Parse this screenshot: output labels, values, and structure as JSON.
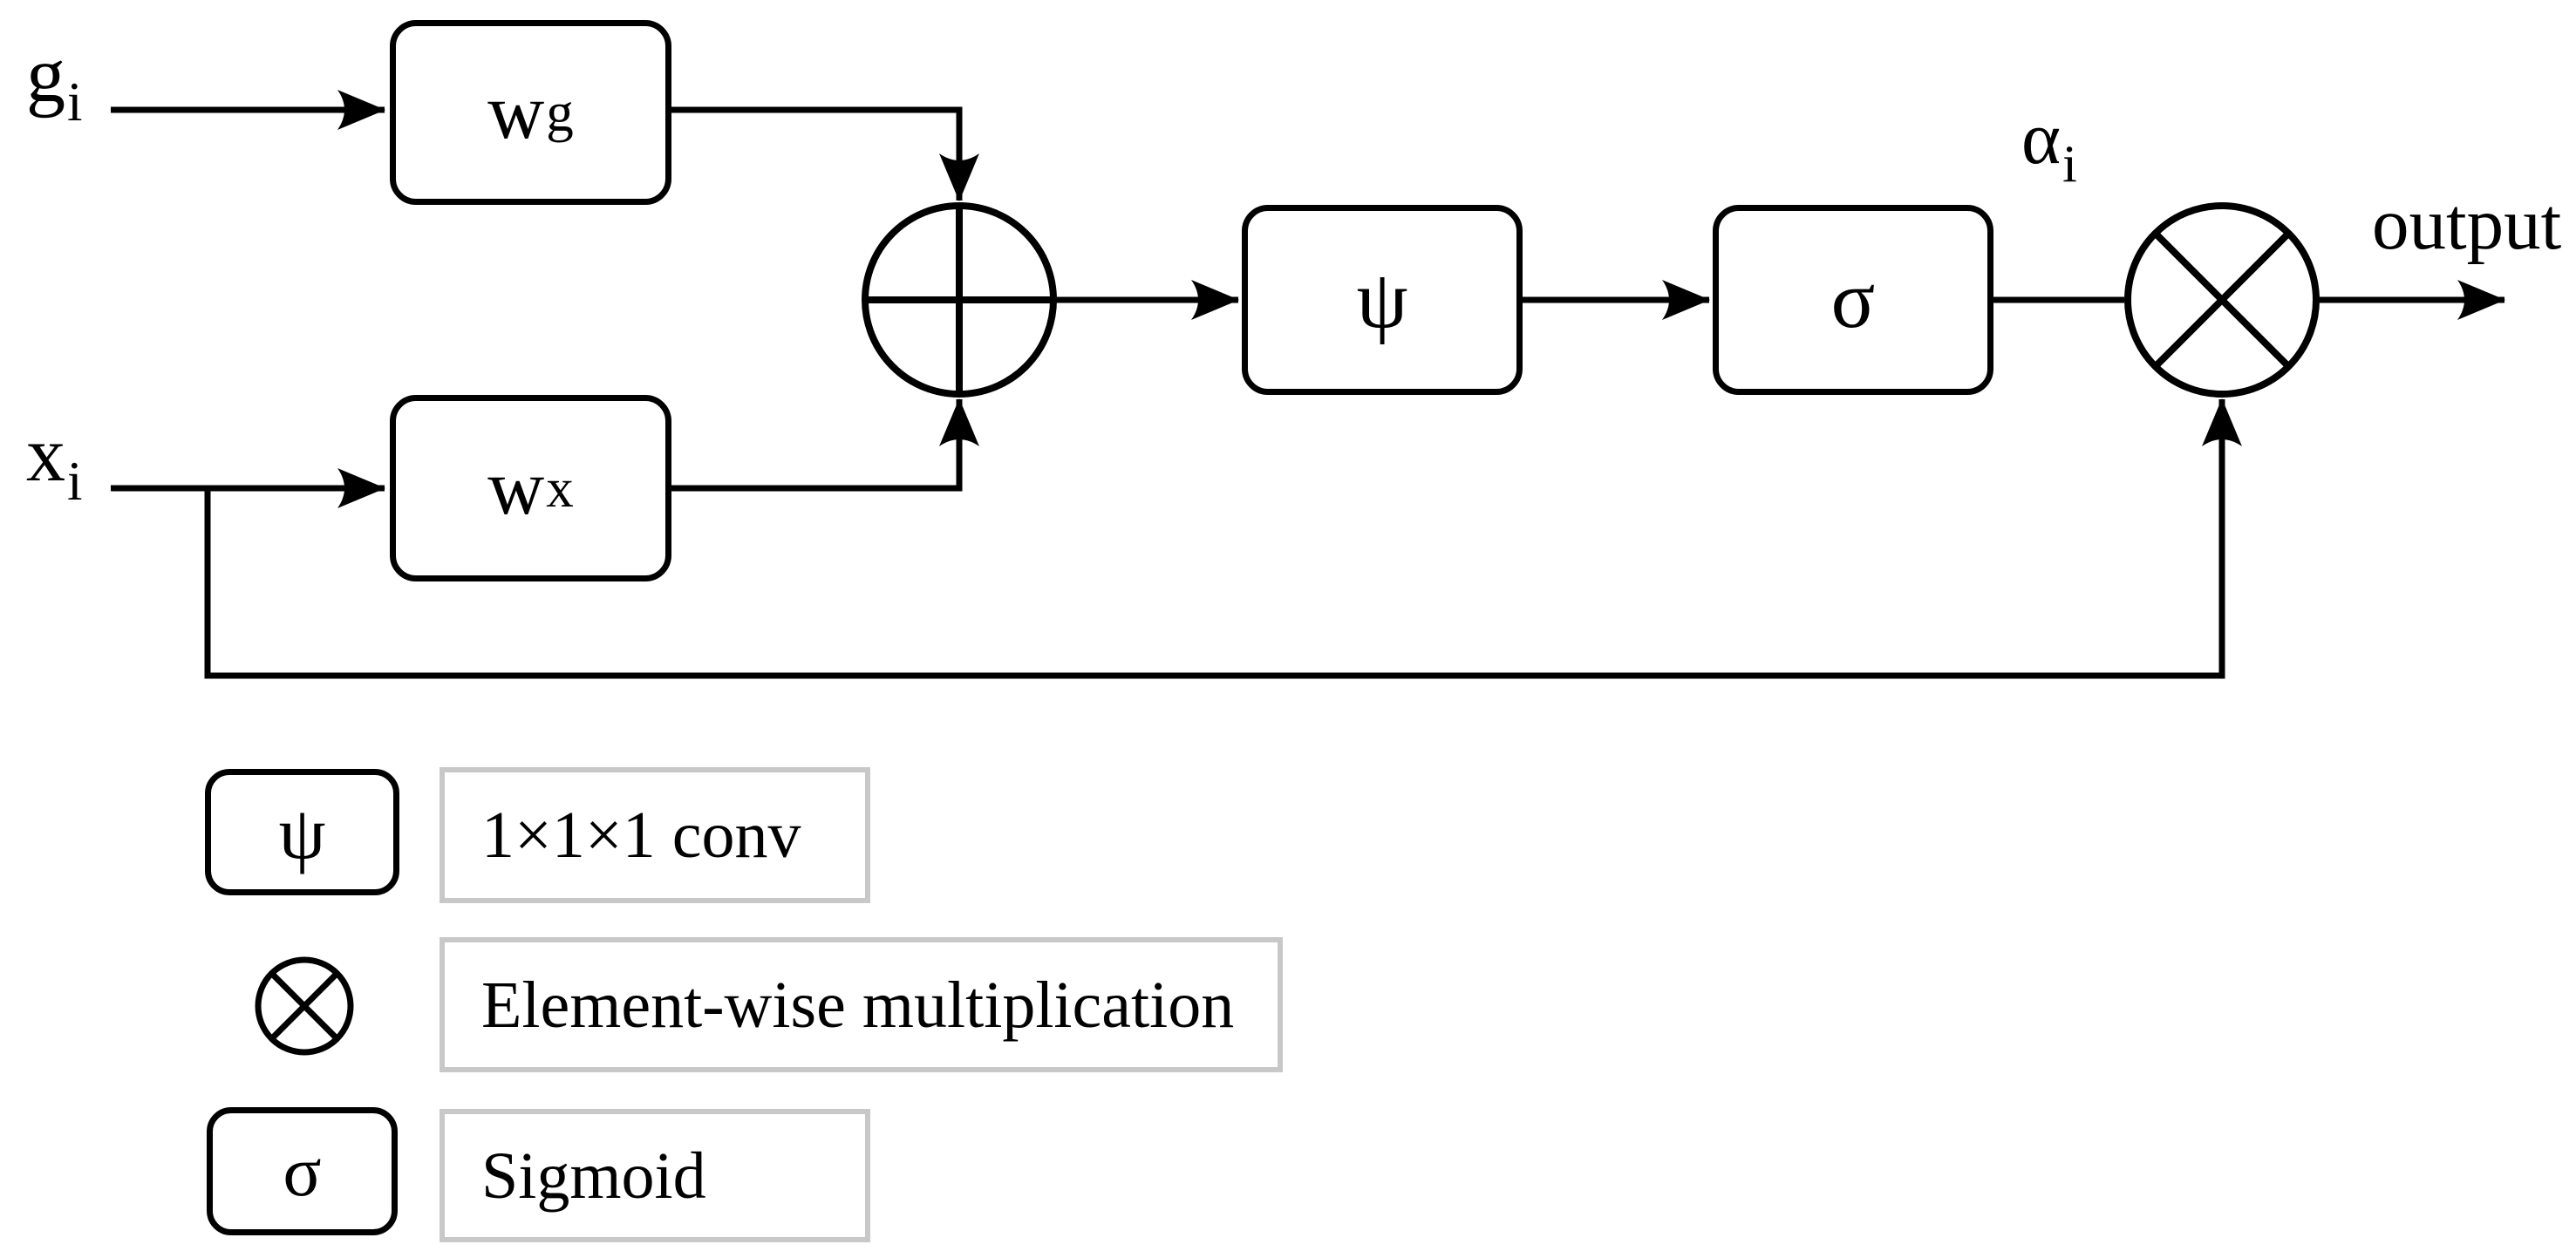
{
  "diagram": {
    "input_g": {
      "base": "g",
      "sub": "i"
    },
    "input_x": {
      "base": "x",
      "sub": "i"
    },
    "block_wg": {
      "base": "w",
      "sub": "g"
    },
    "block_wx": {
      "base": "w",
      "sub": "x"
    },
    "block_psi": {
      "label": "ψ"
    },
    "block_sigma": {
      "label": "σ"
    },
    "alpha_label": {
      "base": "α",
      "sub": "i"
    },
    "output_label": "output",
    "icons": {
      "sum_node": "circle-plus",
      "multiply_node": "circle-times"
    }
  },
  "legend": {
    "items": [
      {
        "symbol": "ψ",
        "symbol_type": "rounded-box",
        "label": "1×1×1 conv"
      },
      {
        "symbol": "⊗",
        "symbol_type": "circle-times",
        "label": "Element-wise multiplication"
      },
      {
        "symbol": "σ",
        "symbol_type": "rounded-box",
        "label": "Sigmoid"
      }
    ]
  },
  "colors": {
    "ink": "#000000",
    "box_fill": "#ffffff",
    "legend_label_border": "#c8c8c8",
    "background": "#ffffff"
  }
}
